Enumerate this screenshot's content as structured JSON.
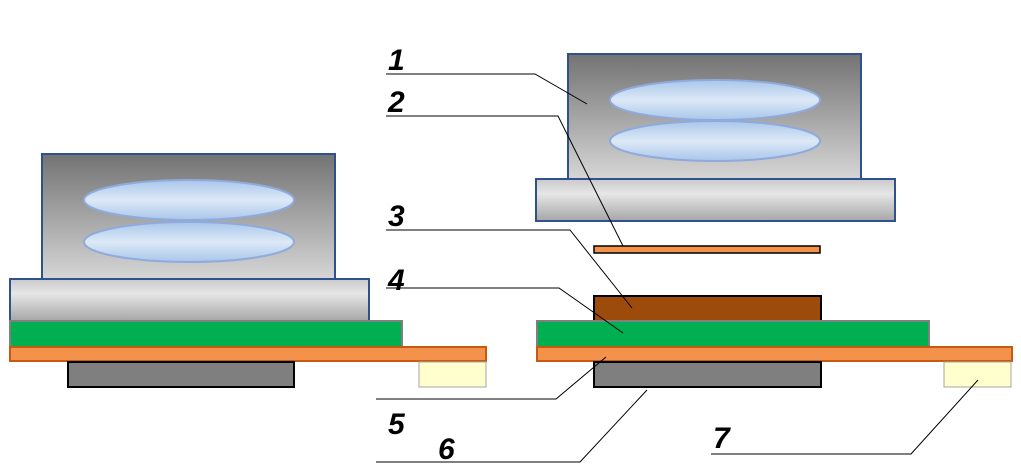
{
  "labels": [
    "1",
    "2",
    "3",
    "4",
    "5",
    "6",
    "7"
  ],
  "colors": {
    "camera_border": "#2F528F",
    "camera_dark": "#6b6b6b",
    "camera_light": "#d9d9d9",
    "lens_fill": "#bdd7ee",
    "lens_edge": "#8faadc",
    "green_layer": "#00b050",
    "orange_layer": "#f4914a",
    "brown_block": "#9c4b0b",
    "bottom_block": "#7f7f7f",
    "pad_fill": "#fffecc",
    "leader_line": "#000000"
  }
}
